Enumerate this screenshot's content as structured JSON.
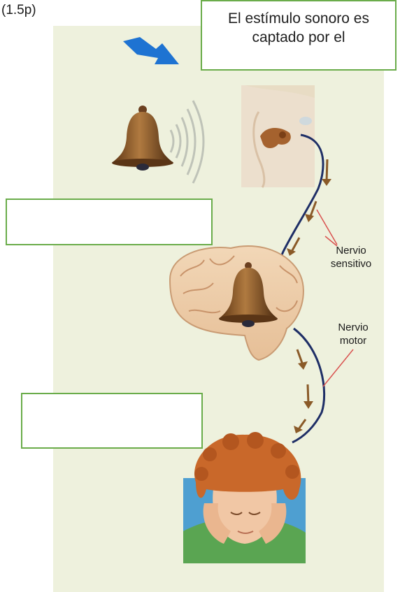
{
  "score_label": "(1.5p)",
  "boxes": {
    "top_text": "El estímulo sonoro es captado por el",
    "middle_text": "",
    "lower_text": ""
  },
  "labels": {
    "sensory_nerve": "Nervio sensitivo",
    "motor_nerve": "Nervio motor"
  },
  "colors": {
    "panel_bg": "#eef1dd",
    "box_border": "#6aac4a",
    "nerve_blue": "#1e2e66",
    "pointer_red": "#d9524f",
    "bell_bronze": "#8b5a2b",
    "arrow_blue": "#1e73d2"
  }
}
